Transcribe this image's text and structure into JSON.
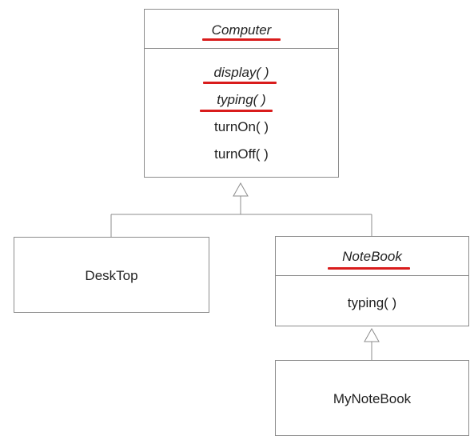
{
  "diagram": {
    "computer": {
      "name": "Computer",
      "methods": [
        "display( )",
        "typing( )",
        "turnOn( )",
        "turnOff( )"
      ]
    },
    "desktop": {
      "name": "DeskTop"
    },
    "notebook": {
      "name": "NoteBook",
      "methods": [
        "typing( )"
      ]
    },
    "mynotebook": {
      "name": "MyNoteBook"
    },
    "colors": {
      "border": "#8c8c8c",
      "underline": "#d91c1c",
      "text": "#222222"
    }
  }
}
